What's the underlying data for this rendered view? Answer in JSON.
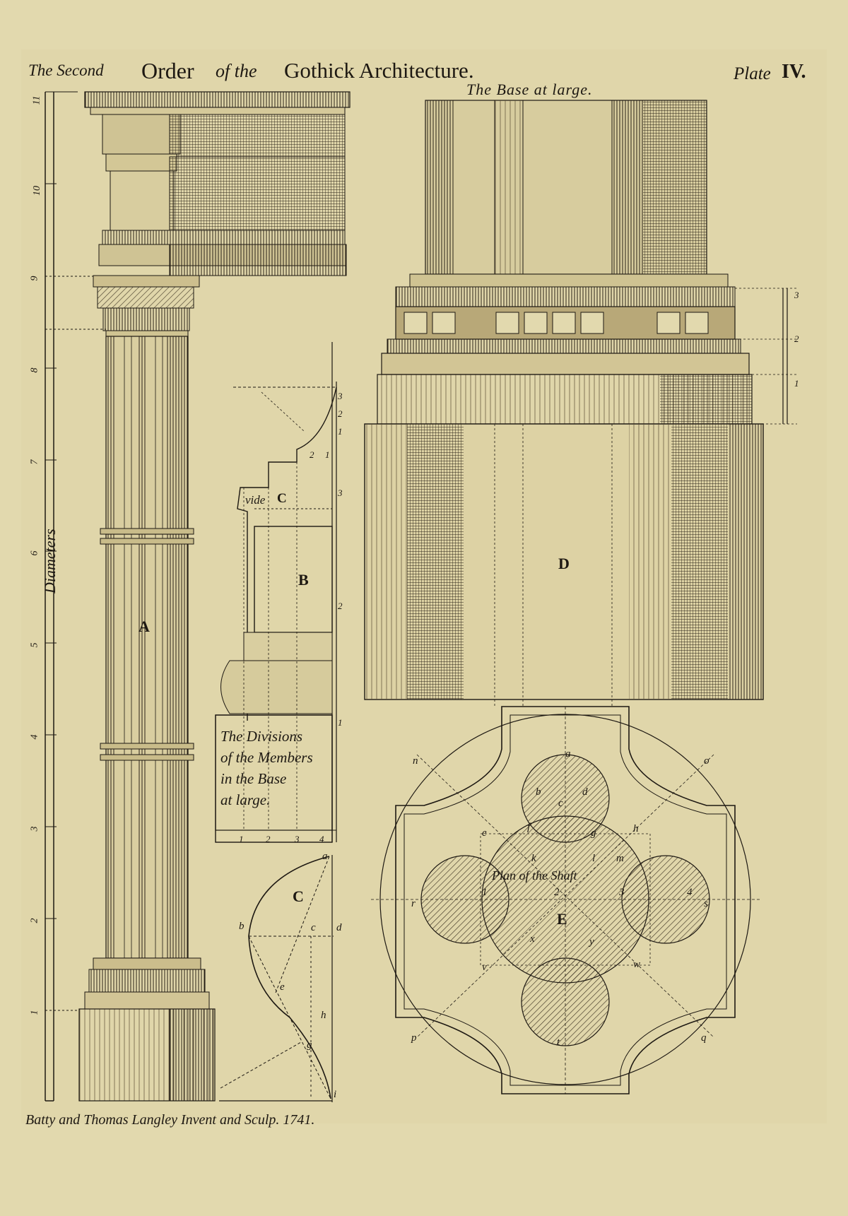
{
  "header": {
    "part1": "The Second",
    "part2": "Order",
    "part3": "of the",
    "part4": "Gothick Architecture.",
    "plate_label": "Plate",
    "plate_number": "IV."
  },
  "base_title": "The Base at large.",
  "scale_label": "Diameters",
  "scale_ticks": [
    "1",
    "2",
    "3",
    "4",
    "5",
    "6",
    "7",
    "8",
    "9",
    "10",
    "11"
  ],
  "figure_letters": {
    "A": "A",
    "B": "B",
    "C_label": "C",
    "D": "D",
    "E": "E"
  },
  "vide_text": "vide",
  "vide_letter": "C",
  "divisions_text": [
    "The Divisions",
    "of the Members",
    "in the Base",
    "at large."
  ],
  "division_ticks_bottom": [
    "1",
    "2",
    "3",
    "4"
  ],
  "division_ticks_side": [
    "3",
    "2",
    "1",
    "2",
    "1",
    "3",
    "2",
    "1"
  ],
  "curve_points": [
    "a",
    "b",
    "c",
    "d",
    "e",
    "h",
    "g",
    "i"
  ],
  "base_ticks": [
    "3",
    "2",
    "1"
  ],
  "plan_title": "Plan of the Shaft",
  "plan_points": [
    "a",
    "b",
    "d",
    "c",
    "e",
    "f",
    "g",
    "h",
    "n",
    "o",
    "k",
    "l",
    "m",
    "r",
    "s",
    "1",
    "2",
    "3",
    "4",
    "x",
    "y",
    "v",
    "w",
    "p",
    "t",
    "q"
  ],
  "footer": "Batty and Thomas Langley Invent and Sculp. 1741.",
  "colors": {
    "paper": "#e2d9ae",
    "ink": "#1d1812"
  }
}
